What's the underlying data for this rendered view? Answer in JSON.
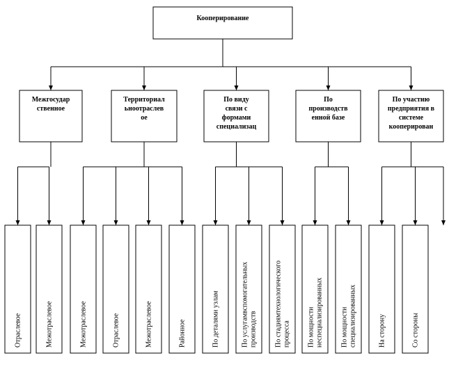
{
  "root": {
    "label": "Кооперирование"
  },
  "categories": [
    {
      "label_lines": [
        "Межгосудар",
        "ственное"
      ],
      "leaves": [
        {
          "lines": [
            "Отраслевое"
          ]
        },
        {
          "lines": [
            "Межотраслевое"
          ]
        }
      ]
    },
    {
      "label_lines": [
        "Территориал",
        "ьноотраслев",
        "ое"
      ],
      "leaves": [
        {
          "lines": [
            "Межотраслевое"
          ]
        },
        {
          "lines": [
            "Отраслевое"
          ]
        },
        {
          "lines": [
            "Межотраслевое"
          ]
        },
        {
          "lines": [
            "Районное"
          ]
        }
      ]
    },
    {
      "label_lines": [
        "По виду",
        "связи с",
        "формами",
        "специализац"
      ],
      "leaves": [
        {
          "lines": [
            "По деталями узлам"
          ]
        },
        {
          "lines": [
            "По услугамвспомогательных",
            "производств"
          ]
        },
        {
          "lines": [
            "По стадиямтехнологического",
            "процесса"
          ]
        }
      ]
    },
    {
      "label_lines": [
        "По",
        "производств",
        "енной базе"
      ],
      "leaves": [
        {
          "lines": [
            "По мощности",
            "неспециализированных"
          ]
        },
        {
          "lines": [
            "По мощности",
            "специализированных"
          ]
        }
      ]
    },
    {
      "label_lines": [
        "По участию",
        "предприятия в",
        "системе",
        "кооперирован"
      ],
      "leaves": [
        {
          "lines": [
            "На сторону"
          ]
        },
        {
          "lines": [
            "Со стороны"
          ]
        }
      ]
    }
  ]
}
